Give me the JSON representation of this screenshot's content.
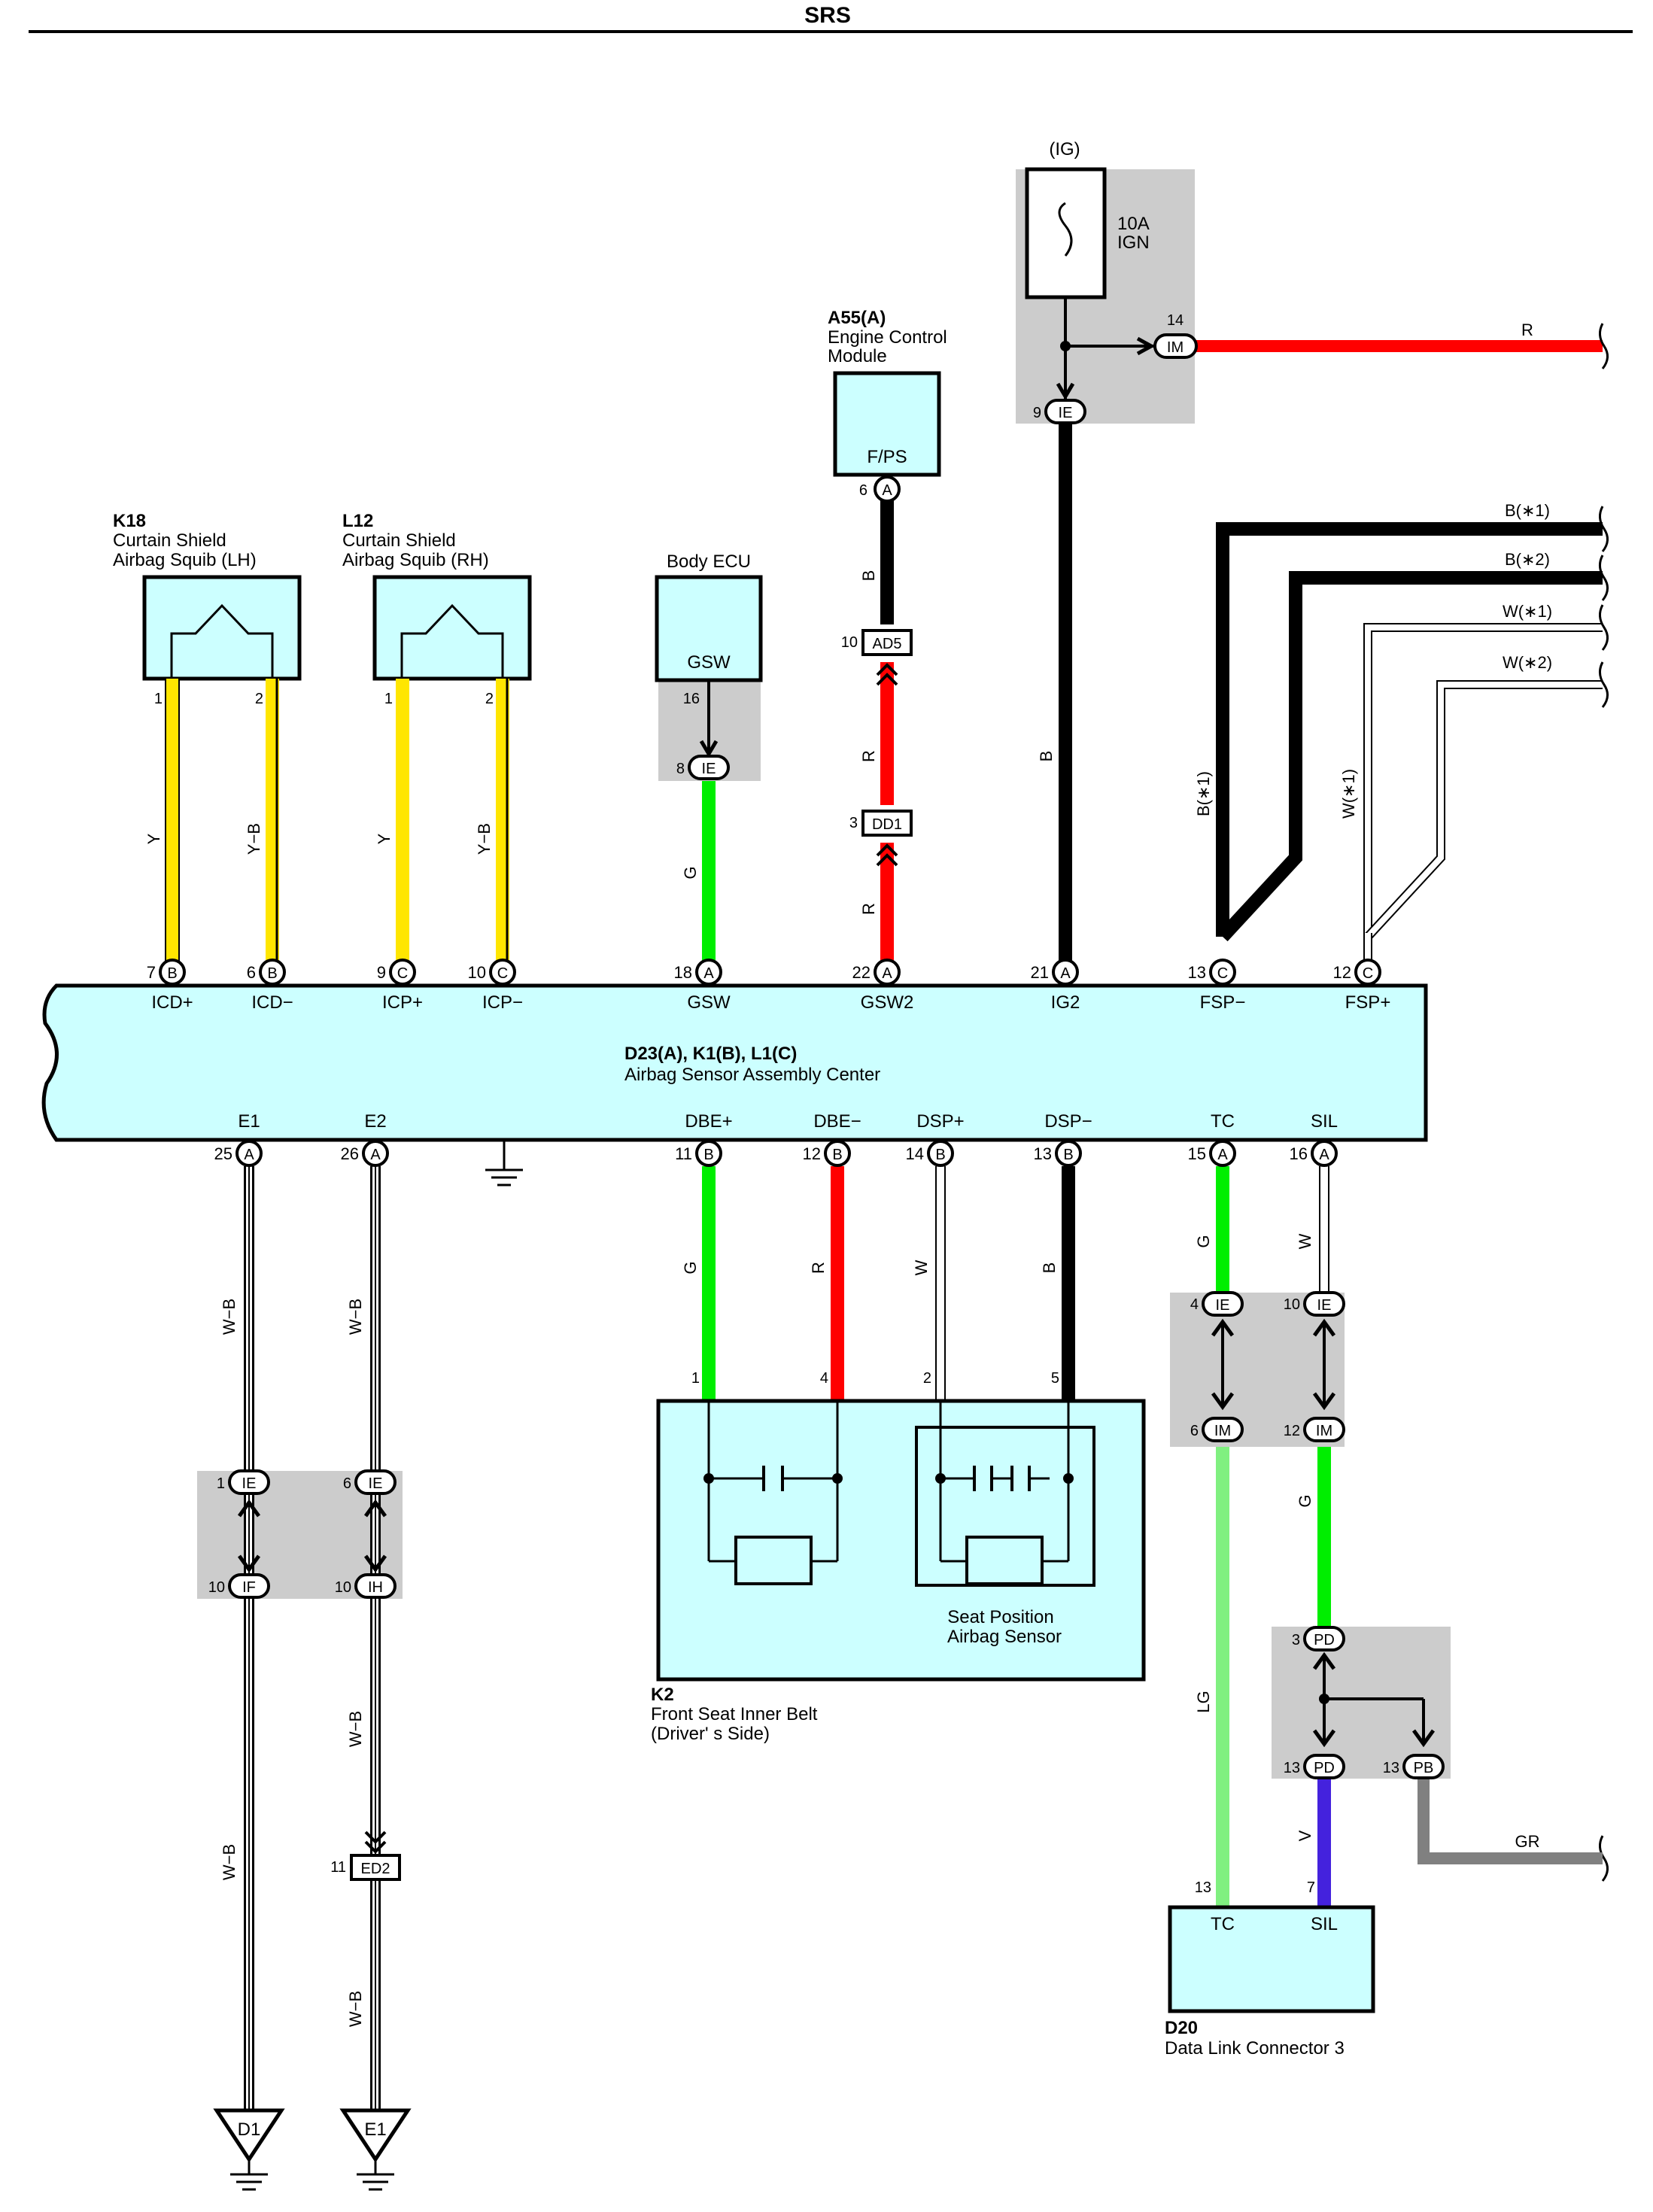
{
  "title": "SRS",
  "colors": {
    "yellow": "#ffe600",
    "red": "#ff0000",
    "green": "#00ee00",
    "lightgreen": "#80f080",
    "black": "#000000",
    "violet": "#4422dd",
    "gray": "#808080",
    "white": "#ffffff",
    "box_fill": "#ccffff",
    "shade": "#cccccc"
  },
  "components": {
    "k18": {
      "code": "K18",
      "name1": "Curtain Shield",
      "name2": "Airbag Squib (LH)"
    },
    "l12": {
      "code": "L12",
      "name1": "Curtain Shield",
      "name2": "Airbag Squib (RH)"
    },
    "body_ecu": {
      "name": "Body ECU",
      "terminal": "GSW"
    },
    "a55": {
      "code": "A55(A)",
      "name1": "Engine Control",
      "name2": "Module",
      "terminal": "F/PS"
    },
    "fuse": {
      "ig": "(IG)",
      "amp": "10A",
      "name": "IGN"
    },
    "d23": {
      "code": "D23(A), K1(B), L1(C)",
      "name": "Airbag Sensor Assembly Center"
    },
    "k2": {
      "code": "K2",
      "name1": "Front Seat Inner Belt",
      "name2": "(Driver' s Side)",
      "sub1": "Seat Position",
      "sub2": "Airbag Sensor"
    },
    "d20": {
      "code": "D20",
      "name": "Data Link Connector 3",
      "t1": "TC",
      "t2": "SIL"
    }
  },
  "d23_top_terminals": [
    {
      "pin": "7",
      "conn": "B",
      "name": "ICD+"
    },
    {
      "pin": "6",
      "conn": "B",
      "name": "ICD−"
    },
    {
      "pin": "9",
      "conn": "C",
      "name": "ICP+"
    },
    {
      "pin": "10",
      "conn": "C",
      "name": "ICP−"
    },
    {
      "pin": "18",
      "conn": "A",
      "name": "GSW"
    },
    {
      "pin": "22",
      "conn": "A",
      "name": "GSW2"
    },
    {
      "pin": "21",
      "conn": "A",
      "name": "IG2"
    },
    {
      "pin": "13",
      "conn": "C",
      "name": "FSP−"
    },
    {
      "pin": "12",
      "conn": "C",
      "name": "FSP+"
    }
  ],
  "d23_bottom_terminals": [
    {
      "pin": "25",
      "conn": "A",
      "name": "E1"
    },
    {
      "pin": "26",
      "conn": "A",
      "name": "E2"
    },
    {
      "pin": "11",
      "conn": "B",
      "name": "DBE+"
    },
    {
      "pin": "12",
      "conn": "B",
      "name": "DBE−"
    },
    {
      "pin": "14",
      "conn": "B",
      "name": "DSP+"
    },
    {
      "pin": "13",
      "conn": "B",
      "name": "DSP−"
    },
    {
      "pin": "15",
      "conn": "A",
      "name": "TC"
    },
    {
      "pin": "16",
      "conn": "A",
      "name": "SIL"
    }
  ],
  "pins": {
    "k18_1": "1",
    "k18_2": "2",
    "l12_1": "1",
    "l12_2": "2",
    "ecu_16": "16",
    "ie_8": "8",
    "ie_8c": "IE",
    "a55_6": "6",
    "a55_6c": "A",
    "ad5_pin": "10",
    "ad5": "AD5",
    "dd1_pin": "3",
    "dd1": "DD1",
    "im_14": "14",
    "im": "IM",
    "ie_9": "9",
    "ie": "IE",
    "k2_1": "1",
    "k2_4": "4",
    "k2_2": "2",
    "k2_5": "5",
    "ie_4": "4",
    "ie_10": "10",
    "im_6": "6",
    "im_12": "12",
    "ie_1": "1",
    "ie_6": "6",
    "if_10": "10",
    "if": "IF",
    "ih_10": "10",
    "ih": "IH",
    "ed2_pin": "11",
    "ed2": "ED2",
    "pd_3": "3",
    "pd": "PD",
    "pd_13": "13",
    "pb_13": "13",
    "pb": "PB",
    "d20_13": "13",
    "d20_7": "7",
    "gnd_d1": "D1",
    "gnd_e1": "E1"
  },
  "wire_labels": {
    "y": "Y",
    "yb": "Y−B",
    "g": "G",
    "b": "B",
    "r": "R",
    "w": "W",
    "b1": "B(∗1)",
    "w1": "W(∗1)",
    "wb": "W−B",
    "lg": "LG",
    "v": "V",
    "r_right": "R",
    "gr": "GR",
    "b_star1": "B(∗1)",
    "b_star2": "B(∗2)",
    "w_star1": "W(∗1)",
    "w_star2": "W(∗2)"
  }
}
